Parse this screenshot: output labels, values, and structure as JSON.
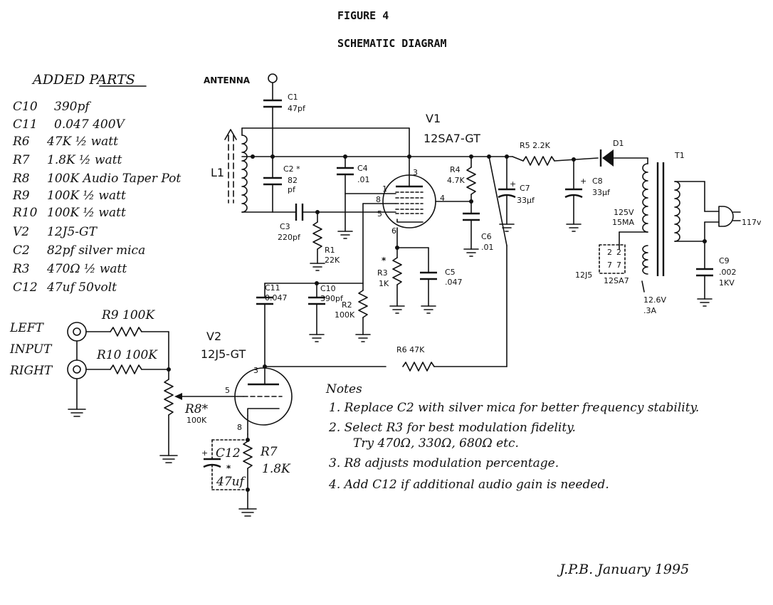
{
  "header": {
    "figure": "FIGURE 4",
    "title": "SCHEMATIC DIAGRAM"
  },
  "added_parts": {
    "heading": "ADDED PARTS",
    "items": [
      {
        "ref": "C10",
        "value": "390pf"
      },
      {
        "ref": "C11",
        "value": "0.047 400V"
      },
      {
        "ref": "R6",
        "value": "47K ½ watt"
      },
      {
        "ref": "R7",
        "value": "1.8K ½ watt"
      },
      {
        "ref": "R8",
        "value": "100K Audio Taper Pot"
      },
      {
        "ref": "R9",
        "value": "100K ½ watt"
      },
      {
        "ref": "R10",
        "value": "100K ½ watt"
      },
      {
        "ref": "V2",
        "value": "12J5-GT"
      },
      {
        "ref": "C2",
        "value": "82pf silver mica"
      },
      {
        "ref": "R3",
        "value": "470Ω ½ watt"
      },
      {
        "ref": "C12",
        "value": "47uf 50volt"
      }
    ]
  },
  "labels": {
    "antenna": "ANTENNA",
    "c1": "C1",
    "c1_val": "47pf",
    "l1": "L1",
    "c2": "C2 *",
    "c2_val1": "82",
    "c2_val2": "pf",
    "c3": "C3",
    "c3_val": "220pf",
    "c4": "C4",
    "c4_val": ".01",
    "r1": "R1",
    "r1_val": "22K",
    "v1": "V1",
    "v1_type": "12SA7-GT",
    "r4": "R4",
    "r4_val": "4.7K",
    "r5": "R5 2.2K",
    "c7": "C7",
    "c7_val": "33μf",
    "c8": "C8",
    "c8_val": "33μf",
    "d1": "D1",
    "t1": "T1",
    "c6": "C6",
    "c6_val": ".01",
    "r3": "R3",
    "r3_val": "1K",
    "r3_star": "*",
    "c5": "C5",
    "c5_val": ".047",
    "c11": "C11",
    "c11_val": "0.047",
    "c10": "C10",
    "c10_val": "390pf",
    "r2": "R2",
    "r2_val": "100K",
    "sec_v": "125V",
    "sec_ma": "15MA",
    "pin_12j5": "12J5",
    "pin_12sa7": "12SA7",
    "heater_v": "12.6V",
    "heater_a": ".3A",
    "c9": "C9",
    "c9_val": ".002",
    "c9_kv": "1KV",
    "mains": "117v",
    "left": "LEFT",
    "input": "INPUT",
    "right": "RIGHT",
    "r9": "R9 100K",
    "r10": "R10 100K",
    "v2": "V2",
    "v2_type": "12J5-GT",
    "r6": "R6 47K",
    "r8": "R8*",
    "r8_val": "100K",
    "c12": "C12",
    "c12_star": "*",
    "c12_val": "47uf",
    "r7": "R7",
    "r7_val": "1.8K",
    "pin3_v1": "3",
    "pin1": "1",
    "pin8_v1": "8",
    "pin5_v1": "5",
    "pin4": "4",
    "pin6": "6",
    "pin3_v2": "3",
    "pin5_v2": "5",
    "pin8_v2": "8"
  },
  "notes": {
    "heading": "Notes",
    "items": [
      "1. Replace C2 with silver mica for better frequency stability.",
      "2. Select R3 for best modulation fidelity.",
      "Try 470Ω, 330Ω, 680Ω etc.",
      "3. R8 adjusts modulation percentage.",
      "4. Add C12 if additional audio gain is needed."
    ]
  },
  "signature": "J.P.B. January 1995"
}
